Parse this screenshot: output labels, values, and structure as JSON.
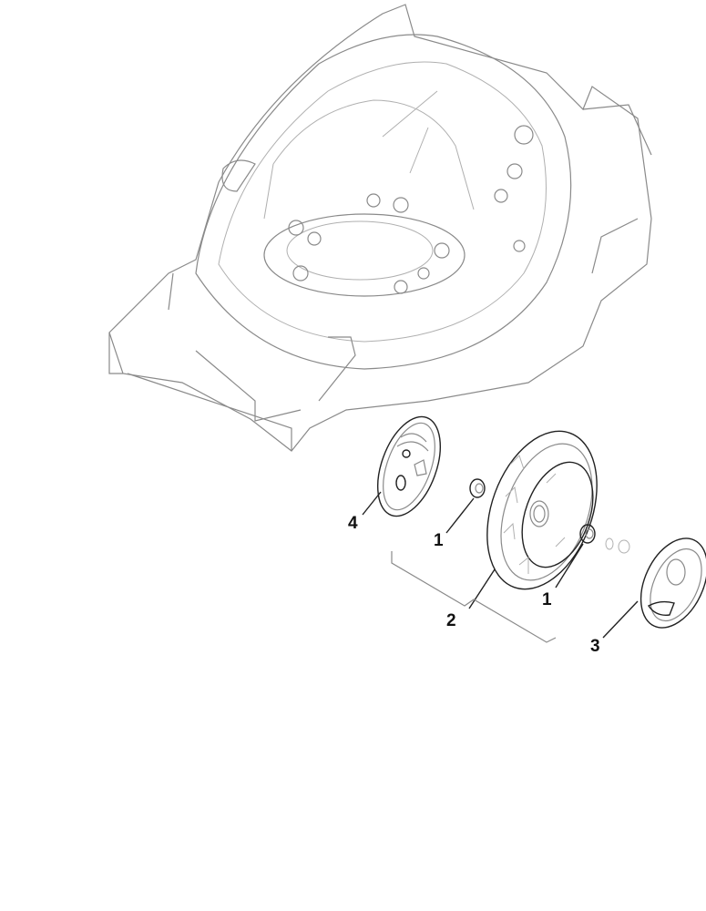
{
  "diagram": {
    "callouts": [
      {
        "id": "bearing-a",
        "label": "1"
      },
      {
        "id": "wheel",
        "label": "2"
      },
      {
        "id": "bearing-b",
        "label": "1"
      },
      {
        "id": "hubcap",
        "label": "3"
      },
      {
        "id": "inner-cover",
        "label": "4"
      }
    ]
  }
}
